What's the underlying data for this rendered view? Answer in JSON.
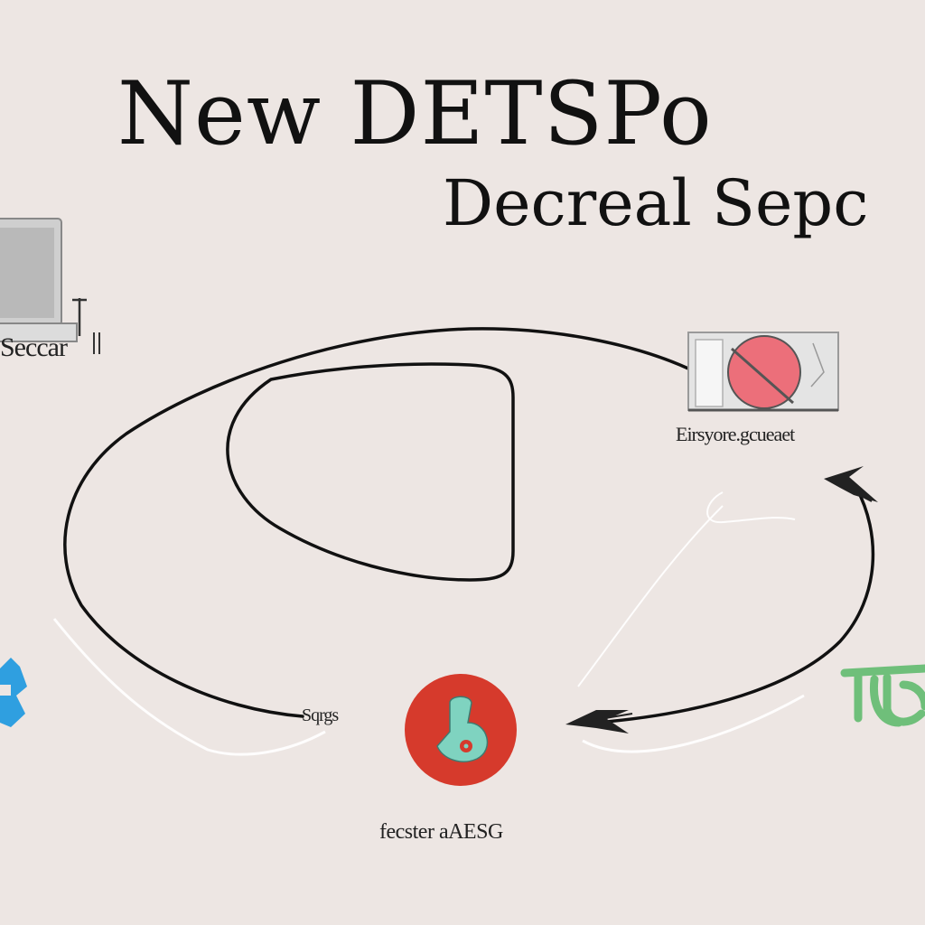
{
  "title": "New DETSPo",
  "subtitle": "Decreal  Sepc",
  "nodes": {
    "top_left": {
      "label": "Seccar",
      "icon": "laptop-icon"
    },
    "top_right": {
      "label": "Eirsyore.gcueaet",
      "icon": "blocked-monitor-icon"
    },
    "bottom_left": {
      "label": "Sqrgs",
      "icon": "blue-puzzle-icon"
    },
    "bottom_center": {
      "label": "fecster aAESG",
      "icon": "red-logo-circle-icon"
    },
    "bottom_right": {
      "label": "",
      "icon": "green-glyph-icon"
    }
  },
  "colors": {
    "background": "#ede6e3",
    "line": "#111111",
    "logo_red": "#d63a2c",
    "logo_teal": "#7fd3c0",
    "stop_pink": "#ec6f7a",
    "green": "#6fbf7a",
    "blue": "#2f9fe0"
  }
}
